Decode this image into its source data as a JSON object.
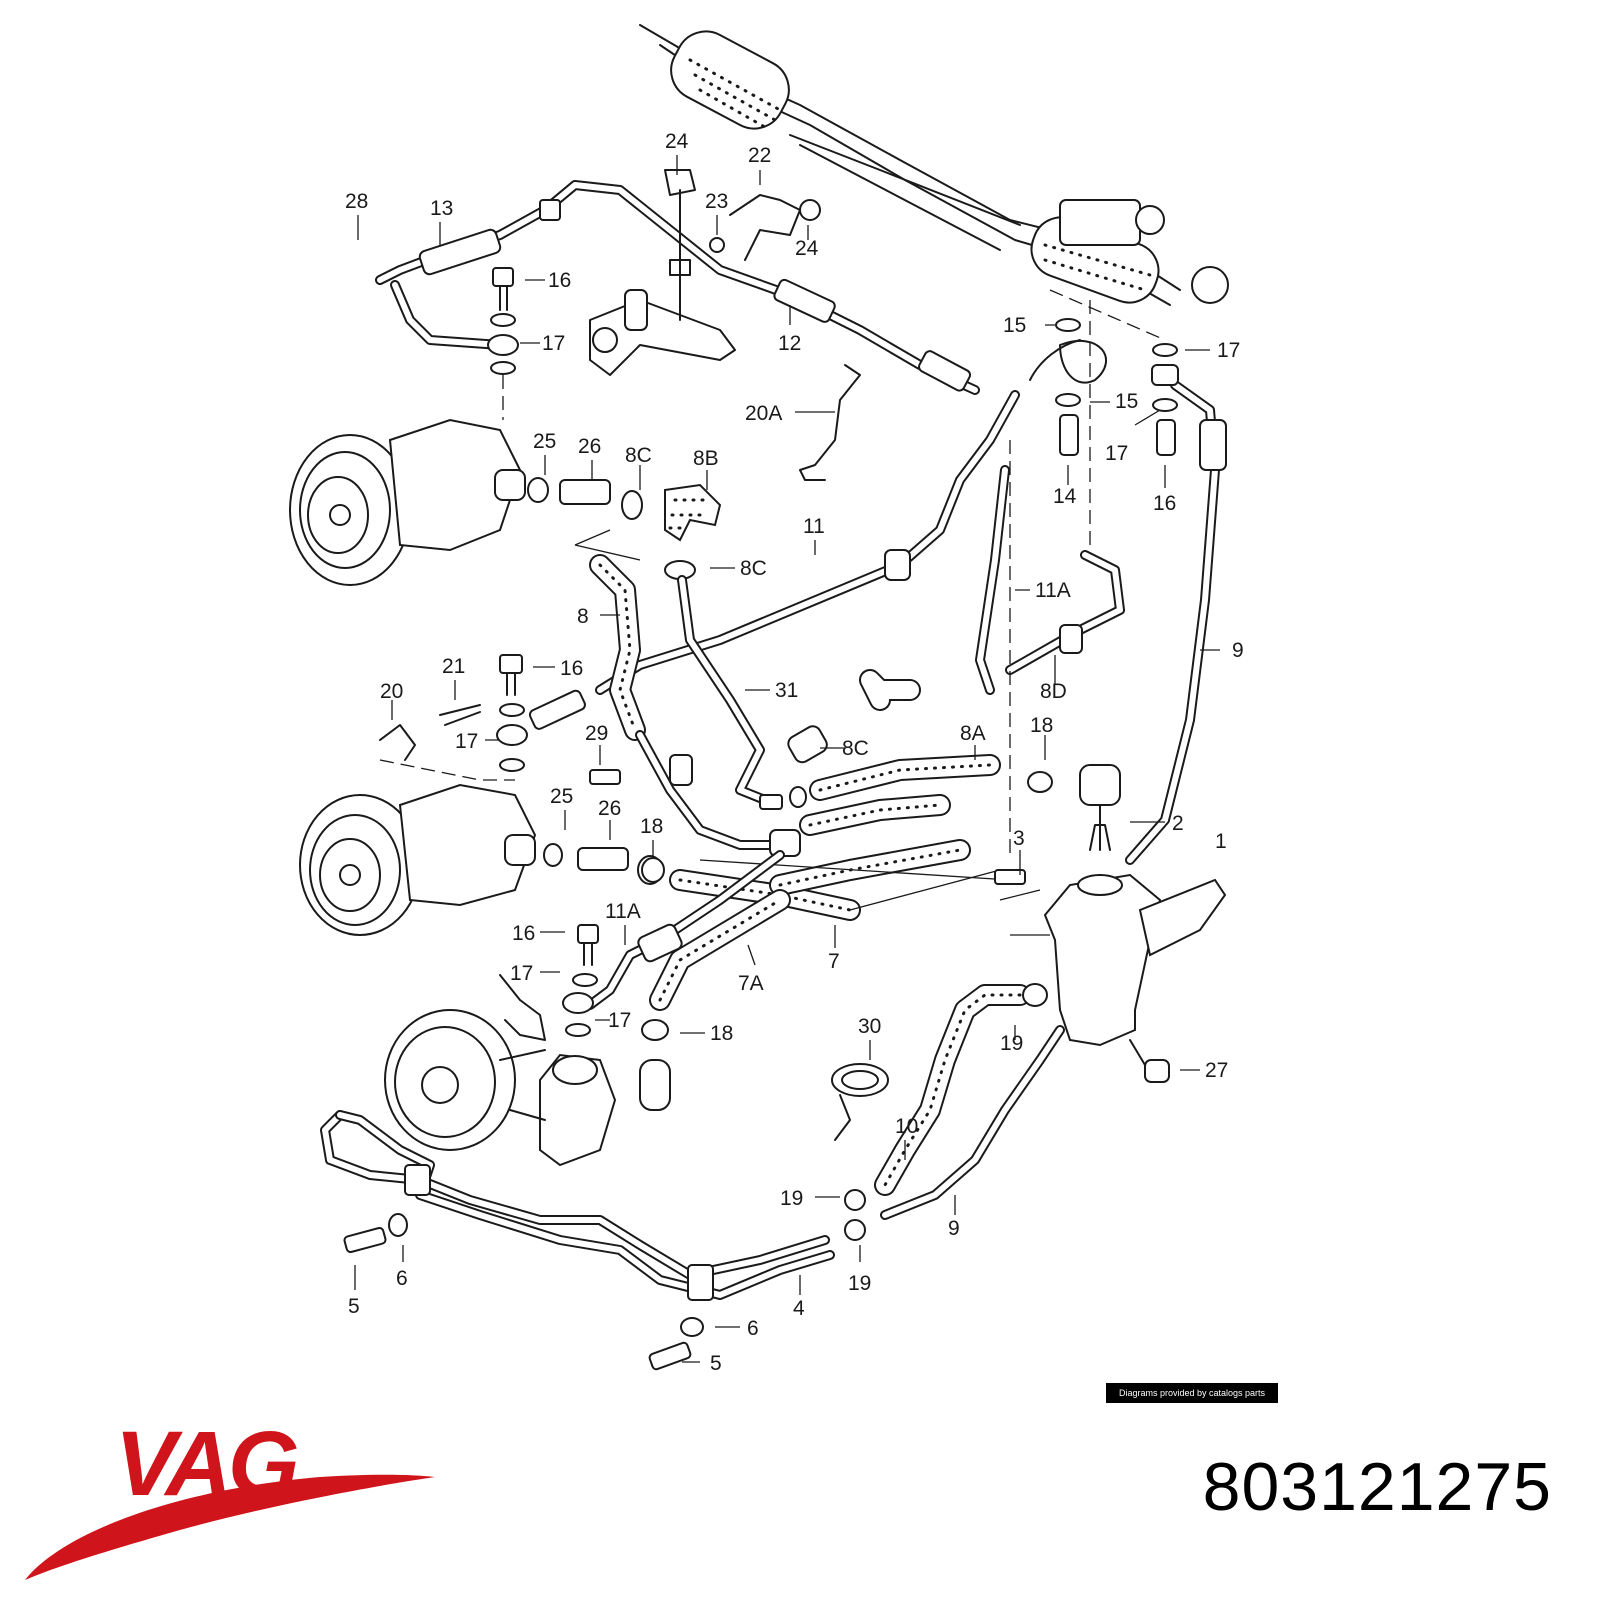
{
  "diagram": {
    "callouts": [
      "28",
      "13",
      "24",
      "22",
      "23",
      "24",
      "16",
      "17",
      "12",
      "15",
      "17",
      "15",
      "17",
      "14",
      "16",
      "20A",
      "25",
      "26",
      "8C",
      "8B",
      "11",
      "8C",
      "11A",
      "9",
      "8",
      "16",
      "21",
      "20",
      "31",
      "8D",
      "17",
      "29",
      "8C",
      "8A",
      "18",
      "25",
      "26",
      "18",
      "2",
      "1",
      "3",
      "11A",
      "16",
      "7A",
      "7",
      "17",
      "17",
      "18",
      "30",
      "19",
      "27",
      "10",
      "19",
      "9",
      "19",
      "6",
      "5",
      "4",
      "6",
      "5"
    ],
    "credit": "Diagrams provided by catalogs parts"
  },
  "brand": {
    "logo_text": "VAG",
    "logo_color": "#d0141b",
    "part_number": "803121275"
  }
}
